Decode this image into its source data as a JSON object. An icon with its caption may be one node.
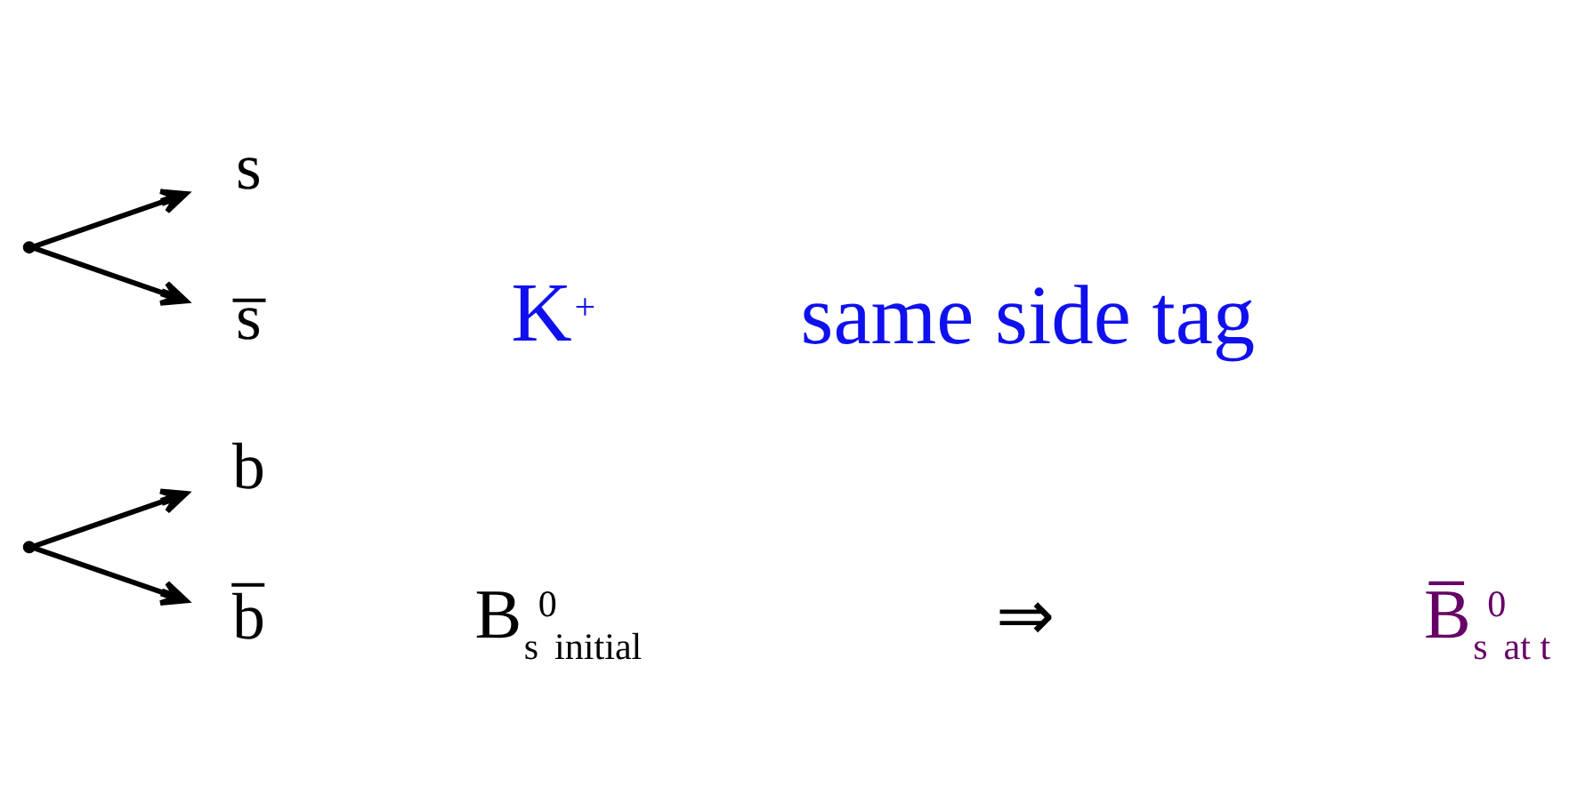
{
  "diagram": {
    "nodes": [
      {
        "text": [],
        "shape": "point"
      },
      {
        "text": [
          "s̅"
        ]
      },
      {
        "text": [
          "s"
        ]
      },
      {
        "text": [
          "b̅"
        ]
      },
      {
        "text": [],
        "shape": "point"
      },
      {
        "text": [
          "b"
        ]
      }
    ],
    "edges": [
      {
        "from": 0,
        "to": 1,
        "arrow": "to"
      },
      {
        "from": 0,
        "to": 2,
        "arrow": "to"
      },
      {
        "from": 4,
        "to": 3,
        "arrow": "to"
      },
      {
        "from": 4,
        "to": 5,
        "arrow": "to"
      }
    ],
    "labels": [
      "K$^{+}$",
      "same side tag",
      "B$_{s}$$^{0}$$_{initial}$",
      "⇒",
      "B̅$_{s}$$^{0}$$_{at t}$"
    ]
  }
}
